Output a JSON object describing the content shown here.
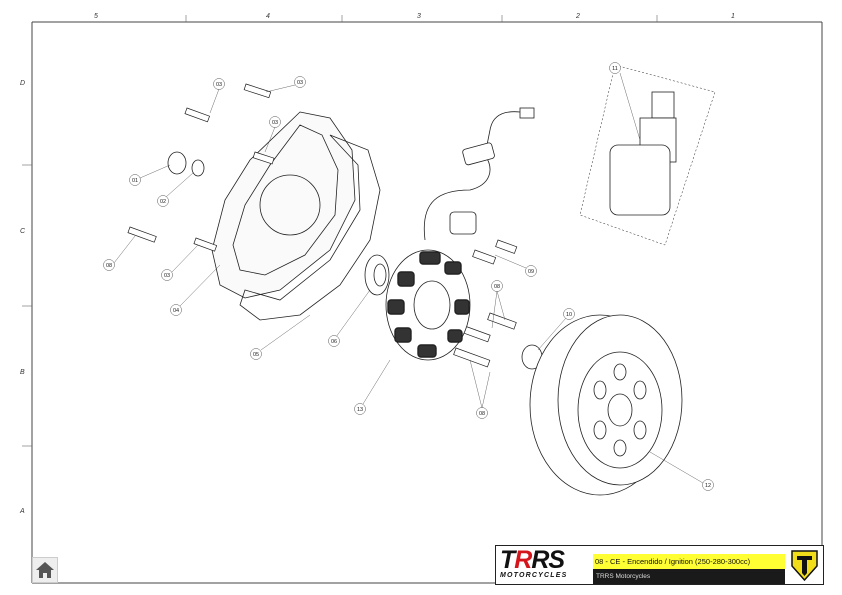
{
  "frame": {
    "columns": [
      "5",
      "4",
      "3",
      "2",
      "1"
    ],
    "rows": [
      "D",
      "C",
      "B",
      "A"
    ]
  },
  "callouts": [
    "03",
    "03",
    "03",
    "01",
    "02",
    "08",
    "03",
    "04",
    "05",
    "06",
    "13",
    "09",
    "08",
    "08",
    "10",
    "11",
    "12"
  ],
  "title_block": {
    "logo_text": "TRRS",
    "logo_subtext": "MOTORCYCLES",
    "title": "08 - CE - Encendido / Ignition (250-280-300cc)",
    "subtitle": "TRRS Motorcycles"
  },
  "nav": {
    "home_icon": "home-icon"
  },
  "colors": {
    "accent_yellow": "#ffff33",
    "brand_red": "#d4161c",
    "black": "#1a1a1a"
  }
}
